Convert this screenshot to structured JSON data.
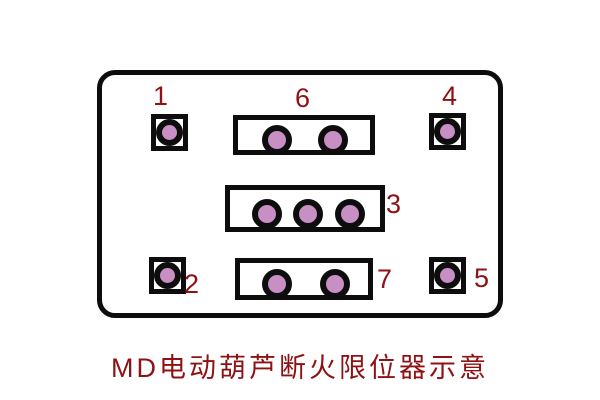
{
  "caption": "MD电动葫芦断火限位器示意",
  "colors": {
    "line": "#0d0d0d",
    "dot_fill": "#c78fc3",
    "label_text": "#8e1113",
    "background": "#ffffff"
  },
  "terminals": [
    {
      "label": "1",
      "position": "top-left"
    },
    {
      "label": "4",
      "position": "top-right"
    },
    {
      "label": "2",
      "position": "bottom-left"
    },
    {
      "label": "5",
      "position": "bottom-right"
    }
  ],
  "contact_bars": [
    {
      "label": "6",
      "dots": 2,
      "position": "top-center"
    },
    {
      "label": "3",
      "dots": 3,
      "position": "middle-center"
    },
    {
      "label": "7",
      "dots": 2,
      "position": "bottom-center"
    }
  ]
}
